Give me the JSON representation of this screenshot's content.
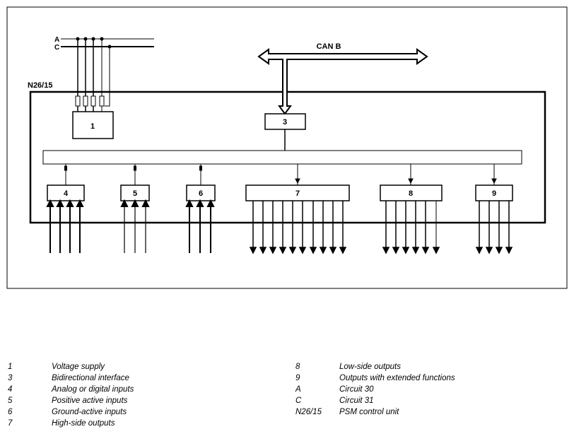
{
  "diagram": {
    "circuit_a": "A",
    "circuit_c": "C",
    "bus_label": "CAN B",
    "unit_label": "N26/15",
    "blocks": [
      "1",
      "3",
      "4",
      "5",
      "6",
      "7",
      "8",
      "9"
    ]
  },
  "legend": {
    "left": [
      {
        "code": "1",
        "text": "Voltage supply"
      },
      {
        "code": "3",
        "text": "Bidirectional interface"
      },
      {
        "code": "4",
        "text": "Analog or digital inputs"
      },
      {
        "code": "5",
        "text": "Positive active inputs"
      },
      {
        "code": "6",
        "text": "Ground-active inputs"
      },
      {
        "code": "7",
        "text": "High-side outputs"
      }
    ],
    "right": [
      {
        "code": "8",
        "text": "Low-side outputs"
      },
      {
        "code": "9",
        "text": "Outputs with extended functions"
      },
      {
        "code": "A",
        "text": "Circuit 30"
      },
      {
        "code": "C",
        "text": "Circuit 31"
      },
      {
        "code": "N26/15",
        "text": "PSM control unit"
      }
    ]
  }
}
